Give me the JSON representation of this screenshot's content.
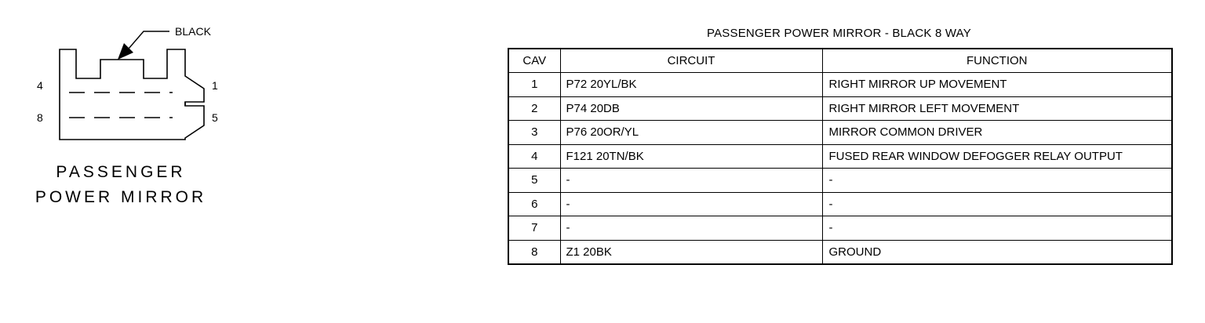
{
  "connector": {
    "color_label": "BLACK",
    "pin_labels": {
      "top_left": "4",
      "bottom_left": "8",
      "top_right": "1",
      "bottom_right": "5"
    },
    "caption_line1": "PASSENGER",
    "caption_line2": "POWER MIRROR"
  },
  "table": {
    "title": "PASSENGER POWER MIRROR - BLACK 8 WAY",
    "headers": {
      "cav": "CAV",
      "circuit": "CIRCUIT",
      "function": "FUNCTION"
    },
    "rows": [
      {
        "cav": "1",
        "circuit": "P72 20YL/BK",
        "function": "RIGHT MIRROR UP MOVEMENT"
      },
      {
        "cav": "2",
        "circuit": "P74 20DB",
        "function": "RIGHT MIRROR LEFT MOVEMENT"
      },
      {
        "cav": "3",
        "circuit": "P76 20OR/YL",
        "function": "MIRROR COMMON DRIVER"
      },
      {
        "cav": "4",
        "circuit": "F121 20TN/BK",
        "function": "FUSED REAR WINDOW DEFOGGER RELAY OUTPUT"
      },
      {
        "cav": "5",
        "circuit": "-",
        "function": "-"
      },
      {
        "cav": "6",
        "circuit": "-",
        "function": "-"
      },
      {
        "cav": "7",
        "circuit": "-",
        "function": "-"
      },
      {
        "cav": "8",
        "circuit": "Z1 20BK",
        "function": "GROUND"
      }
    ]
  }
}
